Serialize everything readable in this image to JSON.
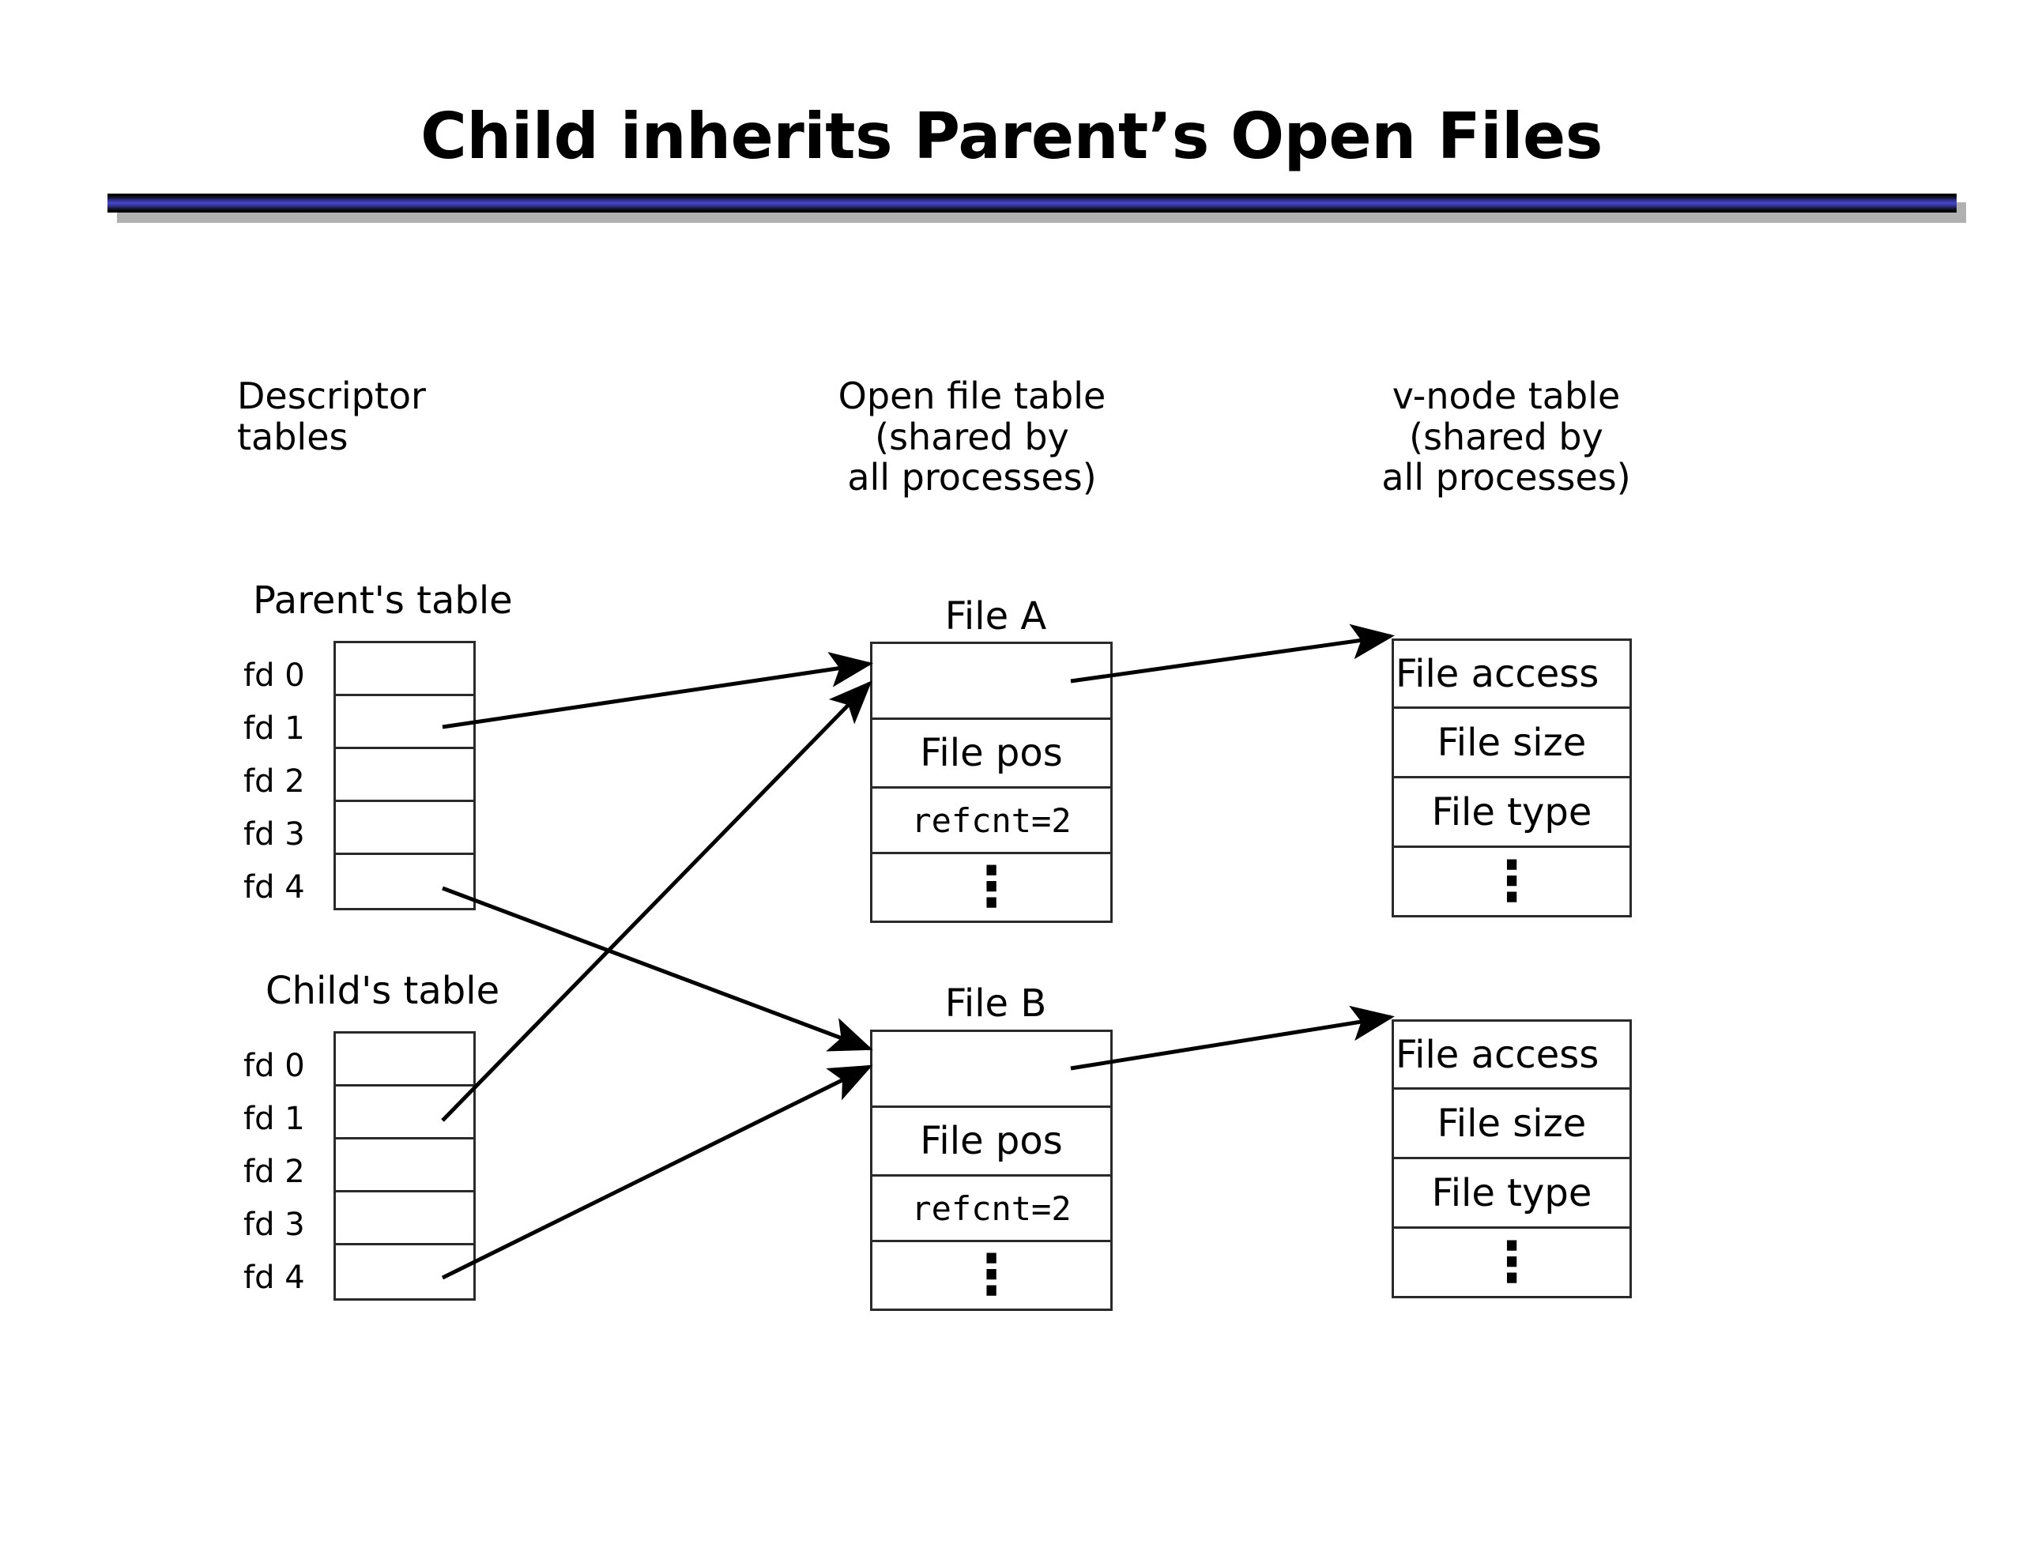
{
  "slide": {
    "title": "Child inherits Parent’s Open Files",
    "rule_color": "#4848c8"
  },
  "columns": {
    "descriptor": {
      "line1": "Descriptor",
      "line2": "tables"
    },
    "open_file_table": {
      "line1": "Open file table",
      "line2": "(shared by",
      "line3": "all processes)"
    },
    "vnode_table": {
      "line1": "v-node table",
      "line2": "(shared by",
      "line3": "all processes)"
    }
  },
  "descriptor_tables": [
    {
      "caption": "Parent's table",
      "rows": [
        {
          "label": "fd 0"
        },
        {
          "label": "fd 1"
        },
        {
          "label": "fd 2"
        },
        {
          "label": "fd 3"
        },
        {
          "label": "fd 4"
        }
      ]
    },
    {
      "caption": "Child's table",
      "rows": [
        {
          "label": "fd 0"
        },
        {
          "label": "fd 1"
        },
        {
          "label": "fd 2"
        },
        {
          "label": "fd 3"
        },
        {
          "label": "fd 4"
        }
      ]
    }
  ],
  "open_file_entries": [
    {
      "caption": "File A",
      "rows": [
        "",
        "File pos",
        "refcnt=2",
        "⋮"
      ]
    },
    {
      "caption": "File B",
      "rows": [
        "",
        "File pos",
        "refcnt=2",
        "⋮"
      ]
    }
  ],
  "vnode_entries": [
    {
      "rows": [
        "File access",
        "File size",
        "File type",
        "⋮"
      ]
    },
    {
      "rows": [
        "File access",
        "File size",
        "File type",
        "⋮"
      ]
    }
  ],
  "connections": [
    {
      "from": "parent.fd1",
      "to": "fileA"
    },
    {
      "from": "parent.fd4",
      "to": "fileB"
    },
    {
      "from": "child.fd1",
      "to": "fileA"
    },
    {
      "from": "child.fd4",
      "to": "fileB"
    },
    {
      "from": "fileA",
      "to": "vnodeA"
    },
    {
      "from": "fileB",
      "to": "vnodeB"
    }
  ]
}
